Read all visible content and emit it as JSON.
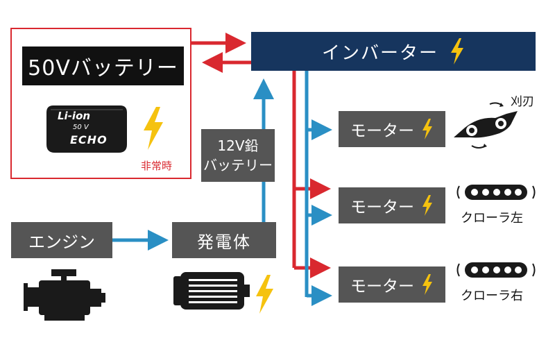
{
  "battery50": {
    "title": "50Vバッテリー",
    "li_ion": "Li-ion",
    "volt": "50 V",
    "brand": "ECHO",
    "caption": "非常時"
  },
  "inverter": {
    "label": "インバーター"
  },
  "battery12": {
    "line1": "12V鉛",
    "line2": "バッテリー"
  },
  "engine": {
    "label": "エンジン"
  },
  "generator": {
    "label": "発電体"
  },
  "motors": [
    {
      "label": "モーター",
      "device": "刈刃"
    },
    {
      "label": "モーター",
      "device": "クローラ左"
    },
    {
      "label": "モーター",
      "device": "クローラ右"
    }
  ],
  "colors": {
    "navy": "#16355e",
    "red": "#d9282f",
    "blue": "#2a8fc4",
    "gray": "#555555",
    "yellow": "#f5c20f",
    "dark": "#1a1a1a"
  }
}
